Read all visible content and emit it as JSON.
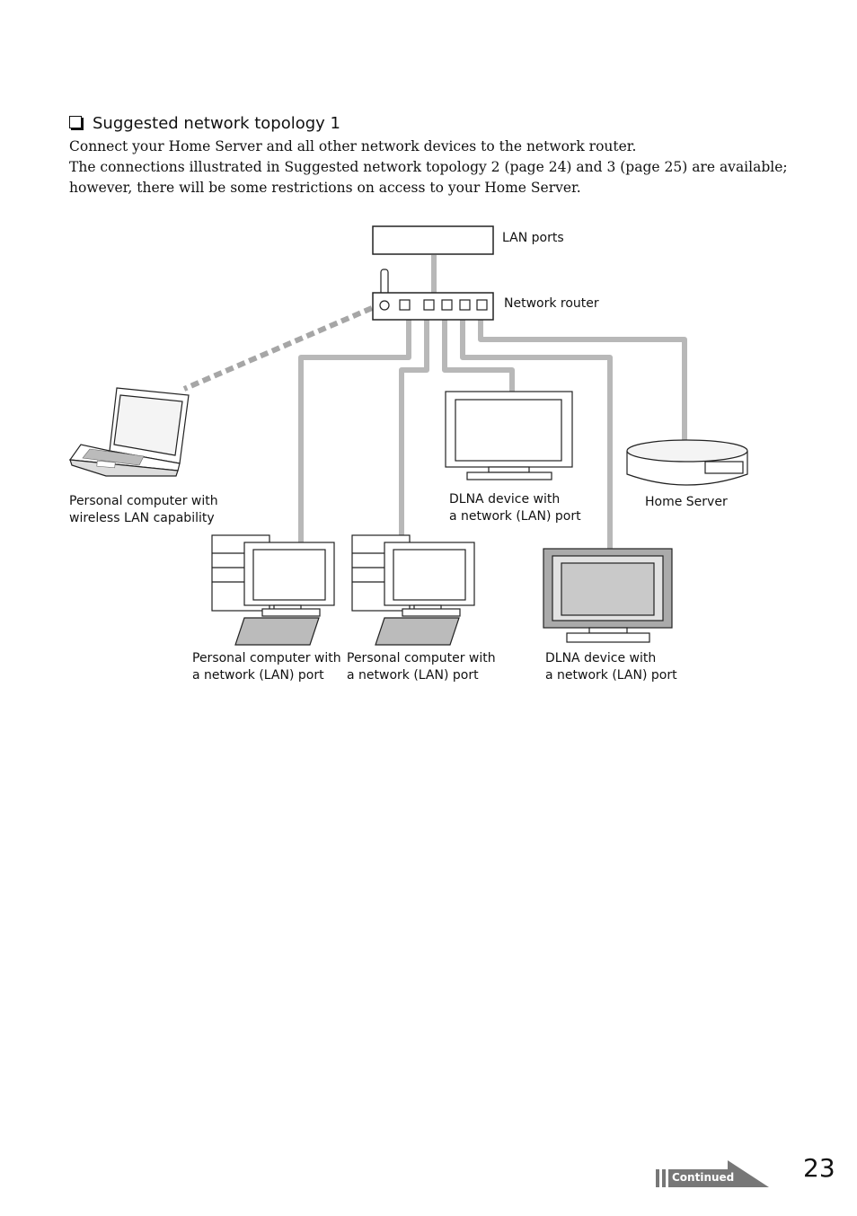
{
  "section": {
    "title": "Suggested network topology 1",
    "body": [
      "Connect your Home Server and all other network devices to the network router.",
      "The connections illustrated in Suggested network topology 2 (page 24) and 3 (page 25) are available;",
      "however, there will be some restrictions on access to your Home Server."
    ]
  },
  "diagram": {
    "labels": {
      "lan_ports": "LAN ports",
      "network_router": "Network router",
      "pc_wireless": [
        "Personal computer with",
        "wireless LAN capability"
      ],
      "dlna_top": [
        "DLNA device with",
        "a network (LAN) port"
      ],
      "home_server": "Home Server",
      "pc_lan_1": [
        "Personal computer with",
        "a network (LAN) port"
      ],
      "pc_lan_2": [
        "Personal computer with",
        "a network (LAN) port"
      ],
      "dlna_bottom": [
        "DLNA device with",
        "a network (LAN) port"
      ]
    }
  },
  "footer": {
    "continued": "Continued",
    "page_number": "23"
  },
  "colors": {
    "cable": "#b8b8b8",
    "wireless_dash": "#a6a6a6",
    "text": "#111111"
  }
}
